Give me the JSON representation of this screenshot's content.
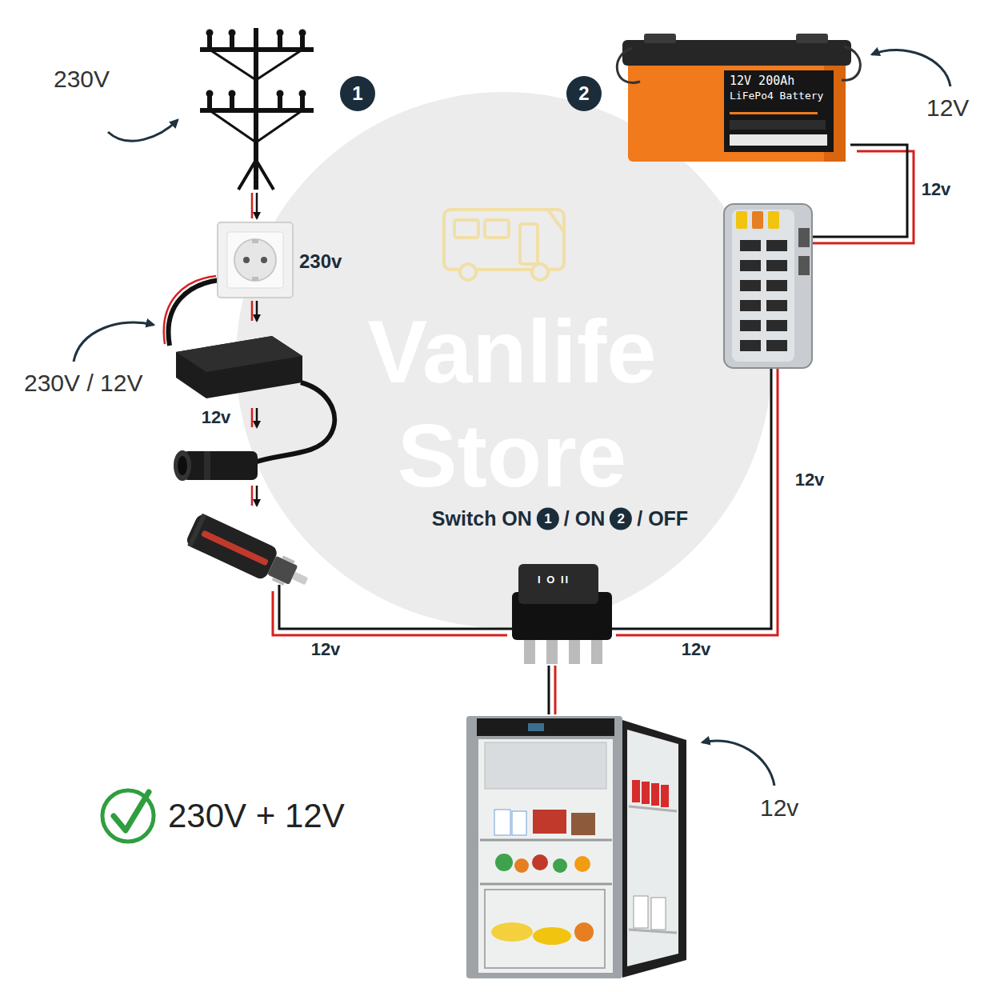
{
  "diagram": {
    "nodes": [
      {
        "text": [
          "230V"
        ]
      },
      {
        "text": [
          "12V 200Ah",
          "LiFePo4 Battery",
          "12V"
        ]
      },
      {
        "text": [
          "230v"
        ]
      },
      {
        "text": [
          "230V / 12V"
        ]
      },
      {
        "text": [
          "I O II"
        ]
      },
      {
        "text": [
          "12v"
        ]
      }
    ],
    "edges": [
      {
        "from": 0,
        "to": 2,
        "arrow": "to"
      },
      {
        "from": 2,
        "to": 3,
        "arrow": "to"
      },
      {
        "from": 3,
        "to": 4,
        "arrow": "none",
        "label": "12v"
      },
      {
        "from": 1,
        "to": 4,
        "arrow": "none",
        "label": "12v"
      },
      {
        "from": 4,
        "to": 5,
        "arrow": "none"
      }
    ],
    "labels": [
      "1",
      "2",
      "12v",
      "12v",
      "12v",
      "Switch ON",
      "1",
      "/ ON",
      "2",
      "/ OFF",
      "230V + 12V",
      "Vanlife",
      "Store"
    ]
  }
}
